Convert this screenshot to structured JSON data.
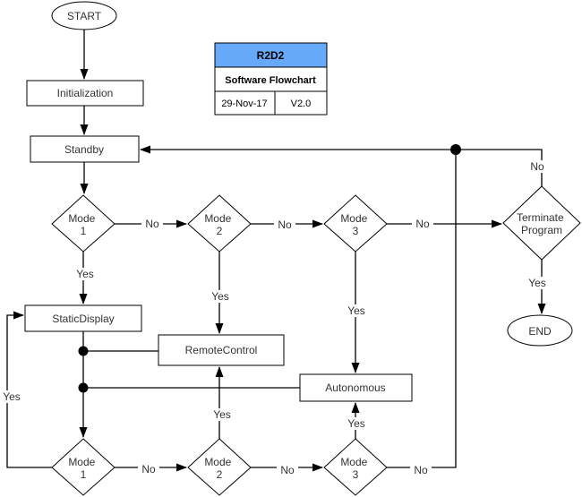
{
  "diagram": {
    "name": "R2D2 Software Flowchart",
    "colors": {
      "header_fill": "#66a9f9",
      "line": "#000000",
      "node_fill": "#ffffff",
      "text": "#333333"
    },
    "title_block": {
      "project": "R2D2",
      "subtitle": "Software Flowchart",
      "date": "29-Nov-17",
      "version": "V2.0"
    },
    "nodes": {
      "start": "START",
      "initialization": "Initialization",
      "standby": "Standby",
      "mode_word": "Mode",
      "mode1_num": "1",
      "mode2_num": "2",
      "mode3_num": "3",
      "static_display": "StaticDisplay",
      "remote_control": "RemoteControl",
      "autonomous": "Autonomous",
      "terminate_line1": "Terminate",
      "terminate_line2": "Program",
      "end": "END"
    },
    "edge_labels": {
      "yes": "Yes",
      "no": "No"
    }
  }
}
